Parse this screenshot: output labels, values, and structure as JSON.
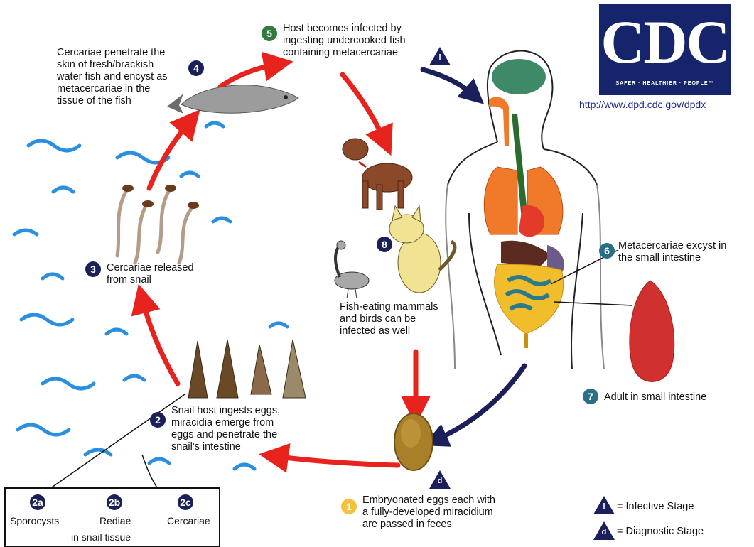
{
  "logo": {
    "mark": "CDC",
    "tagline": "SAFER · HEALTHIER · PEOPLE™"
  },
  "url": "http://www.dpd.cdc.gov/dpdx",
  "stages": {
    "s1": {
      "num": "1",
      "text": "Embryonated eggs each with\na fully-developed miracidium\nare passed in feces"
    },
    "s2": {
      "num": "2",
      "text": "Snail host ingests eggs,\nmiracidia emerge from\neggs and penetrate the\nsnail's intestine"
    },
    "s3": {
      "num": "3",
      "text": "Cercariae released\nfrom snail"
    },
    "s4": {
      "num": "4",
      "text": "Cercariae penetrate the\nskin of fresh/brackish\nwater fish and encyst as\nmetacercariae in the\ntissue of the fish"
    },
    "s5": {
      "num": "5",
      "text": "Host becomes infected by\ningesting undercooked fish\ncontaining metacercariae"
    },
    "s6": {
      "num": "6",
      "text": "Metacercariae excyst in\nthe small intestine"
    },
    "s7": {
      "num": "7",
      "text": "Adult in small intestine"
    },
    "s8": {
      "num": "8",
      "text": "Fish-eating mammals\nand birds can be\ninfected as well"
    }
  },
  "snail_stages": {
    "a": {
      "num": "2a",
      "label": "Sporocysts"
    },
    "b": {
      "num": "2b",
      "label": "Rediae"
    },
    "c": {
      "num": "2c",
      "label": "Cercariae"
    },
    "caption": "in snail tissue"
  },
  "markers": {
    "infective": "i",
    "diagnostic": "d"
  },
  "legend": {
    "infective": "= Infective Stage",
    "diagnostic": "= Diagnostic Stage"
  },
  "colors": {
    "cycle_arrow": "#e8231e",
    "host_arrow": "#1b1f5a",
    "logo_bg": "#15246b",
    "water": "#2a8fe0"
  }
}
